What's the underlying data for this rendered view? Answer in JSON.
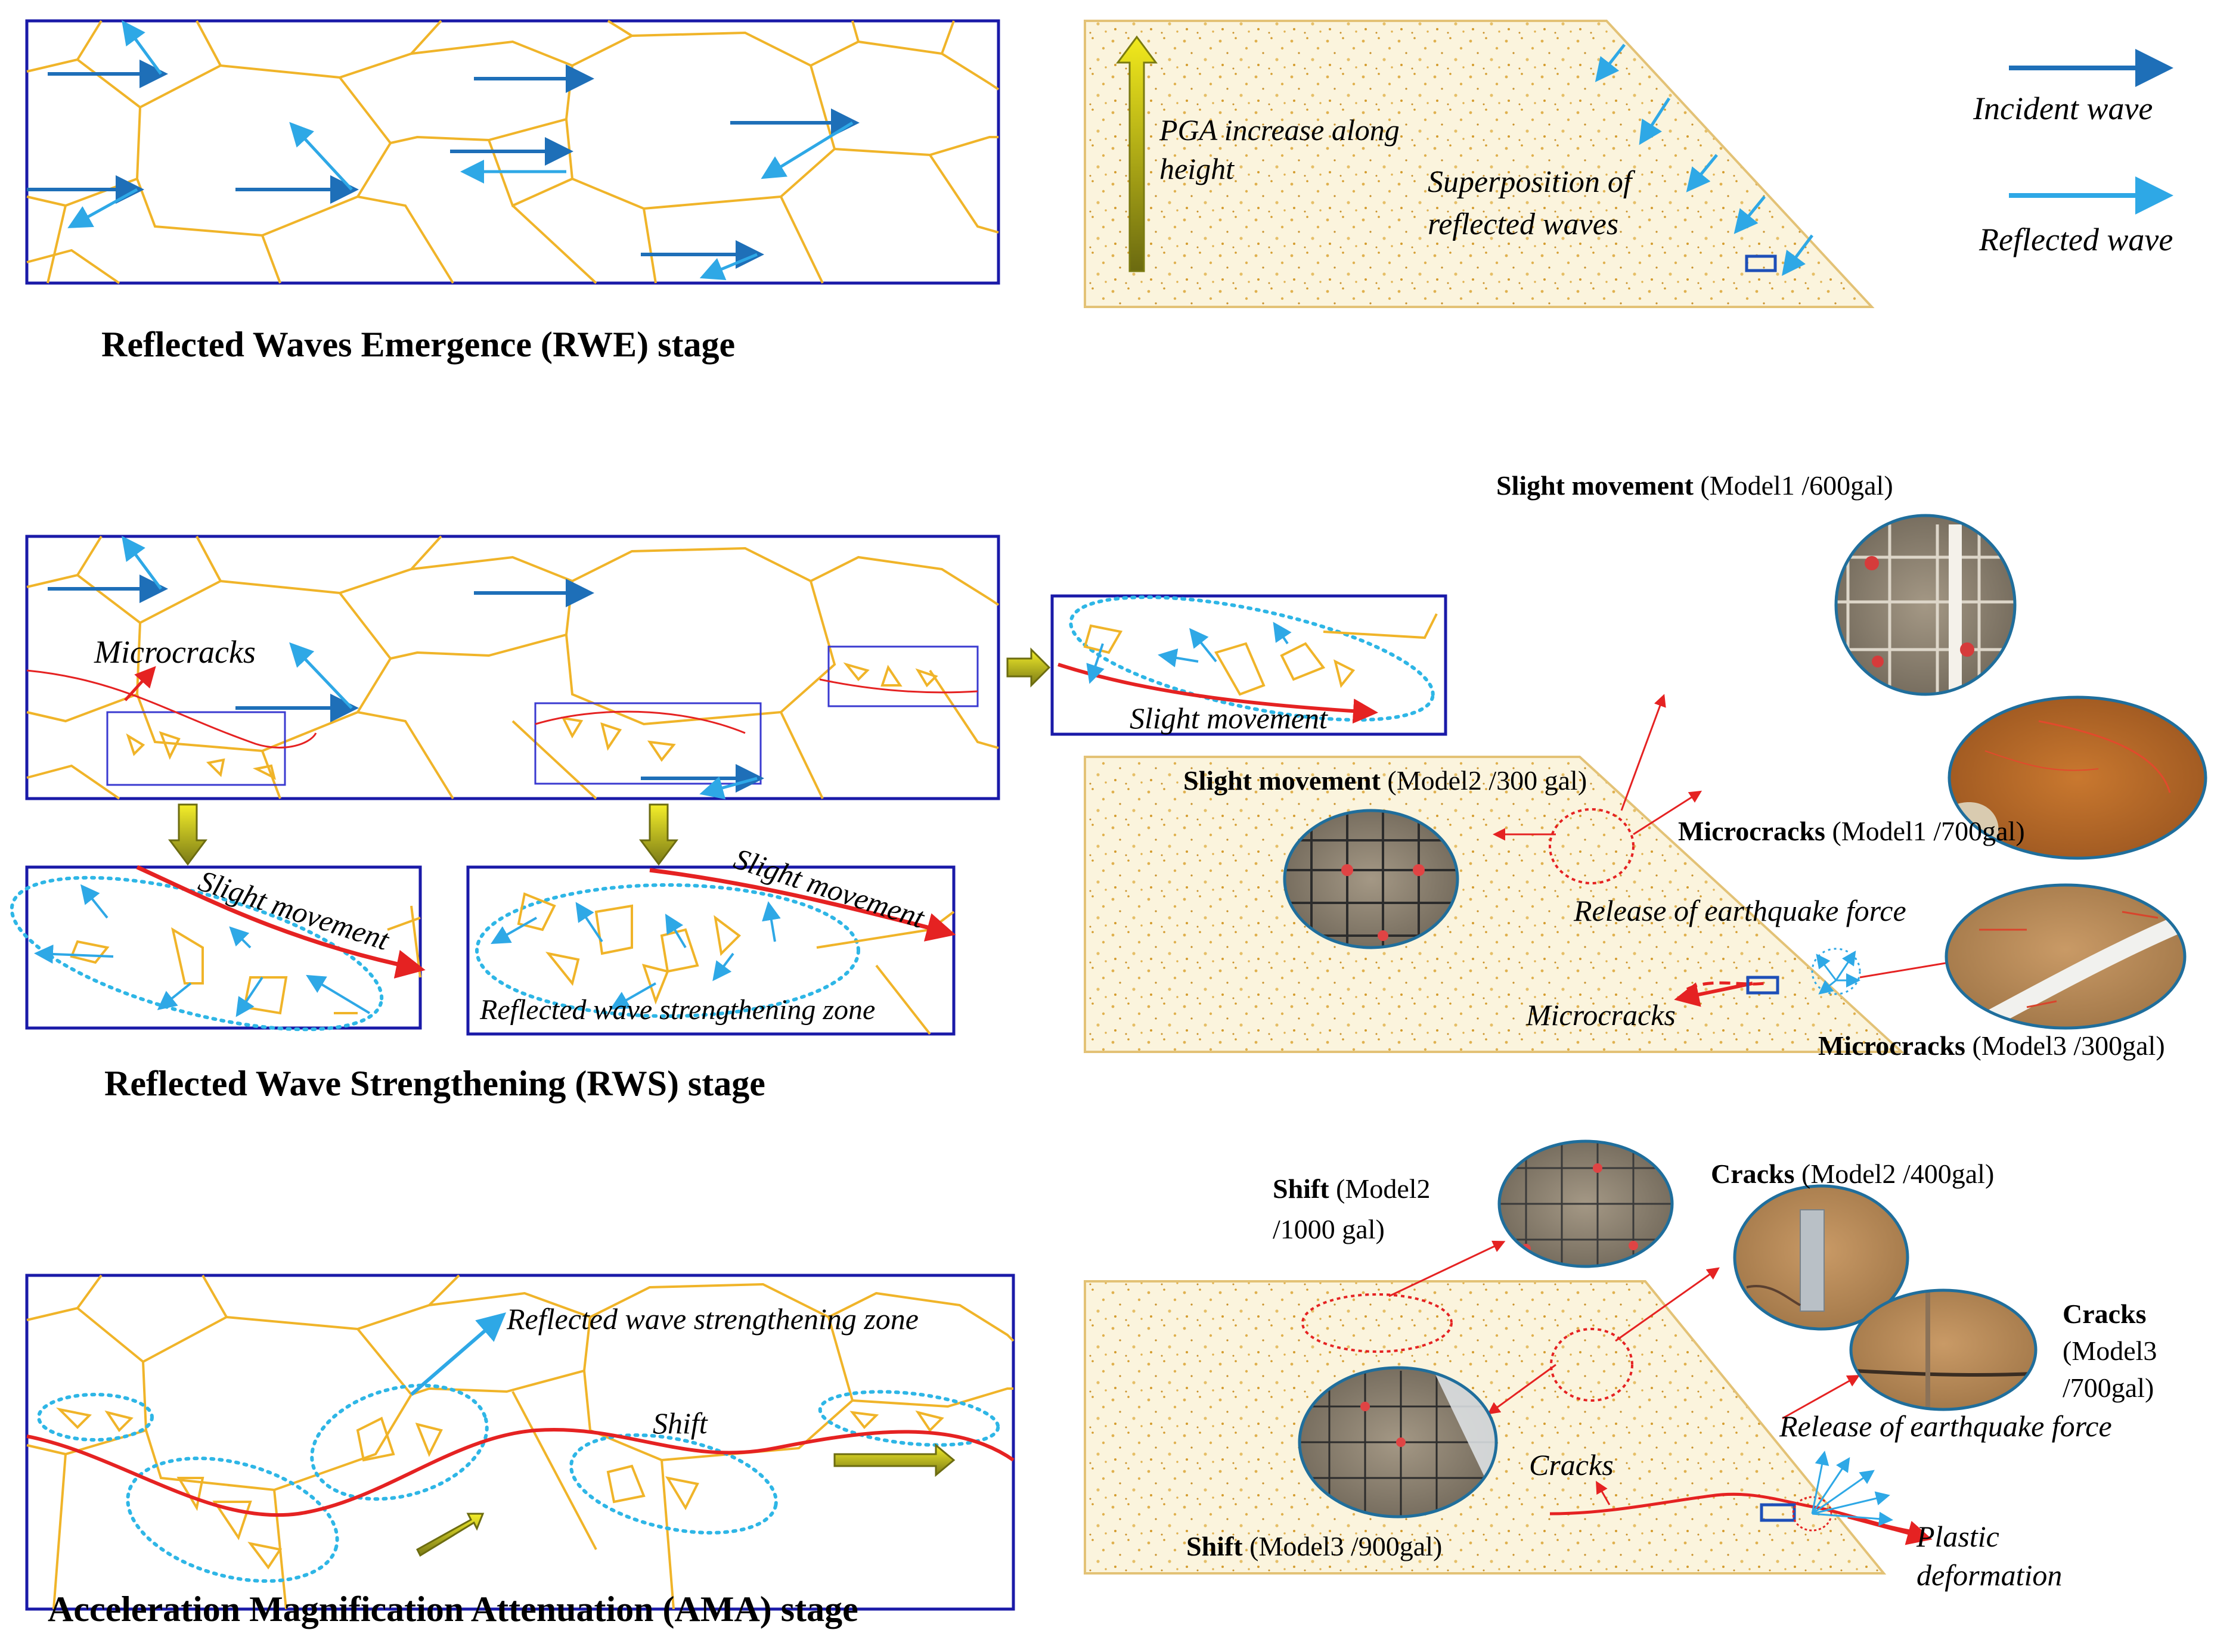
{
  "colors": {
    "incident_wave": "#1e6fb8",
    "reflected_wave": "#2ea8e6",
    "crack_line": "#e52222",
    "particle_outline": "#f0b429",
    "frame": "#1a1aa8",
    "slope_fill": "#fbf4dd"
  },
  "legend": {
    "incident_label": "Incident wave",
    "reflected_label": "Reflected wave"
  },
  "rwe": {
    "stage_title": "Reflected Waves Emergence (RWE) stage",
    "pga_label_line1": "PGA increase along",
    "pga_label_line2": "height",
    "superposition_line1": "Superposition of",
    "superposition_line2": "reflected waves"
  },
  "rws": {
    "stage_title": "Reflected Wave Strengthening (RWS) stage",
    "microcracks_label": "Microcracks",
    "slight_movement_label": "Slight movement",
    "strengthening_zone_label": "Reflected wave strengthening zone",
    "slope_release_label": "Release of earthquake force",
    "slope_microcracks_label": "Microcracks",
    "photos": [
      {
        "bold": "Slight movement",
        "normal": " (Model1 /600gal)",
        "icon": "grid-photo"
      },
      {
        "bold": "Slight movement",
        "normal": " (Model2 /300 gal)",
        "icon": "grid-photo"
      },
      {
        "bold": "Microcracks",
        "normal": " (Model1 /700gal)",
        "icon": "soil-photo"
      },
      {
        "bold": "Microcracks",
        "normal": " (Model3 /300gal)",
        "icon": "soil-photo"
      }
    ]
  },
  "ama": {
    "stage_title": "Acceleration Magnification Attenuation (AMA) stage",
    "strengthening_zone_label": "Reflected wave strengthening zone",
    "shift_label": "Shift",
    "release_label": "Release of earthquake force",
    "cracks_label": "Cracks",
    "plastic_line1": "Plastic",
    "plastic_line2": "deformation",
    "photos": [
      {
        "bold": "Shift",
        "normal_line1": " (Model2",
        "normal_line2": "/1000 gal)"
      },
      {
        "bold": "Cracks",
        "normal_line1": " (Model2 /400gal)",
        "normal_line2": ""
      },
      {
        "bold": "Cracks",
        "normal_line1": "(Model3",
        "normal_line2": "/700gal)"
      },
      {
        "bold": "Shift",
        "normal_line1": " (Model3 /900gal)",
        "normal_line2": ""
      }
    ]
  }
}
